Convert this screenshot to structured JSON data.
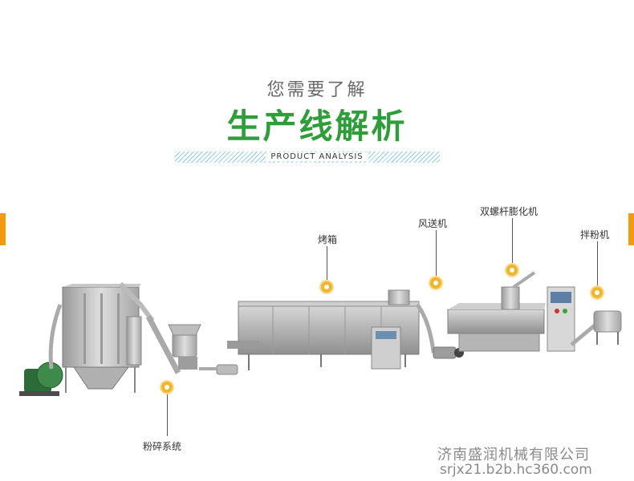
{
  "header": {
    "subtitle": "您需要了解",
    "title": "生产线解析",
    "english": "PRODUCT ANALYSIS"
  },
  "machines": {
    "crusher": "粉碎系统",
    "oven": "烤箱",
    "conveyor": "风送机",
    "extruder": "双螺杆膨化机",
    "mixer": "拌粉机"
  },
  "watermark": {
    "company": "济南盛润机械有限公司",
    "site": "srjx21.b2b.hc360.com"
  },
  "colors": {
    "title_green": "#2f9e3a",
    "accent_orange": "#f39a11",
    "marker_gold": "#f0b52c"
  }
}
